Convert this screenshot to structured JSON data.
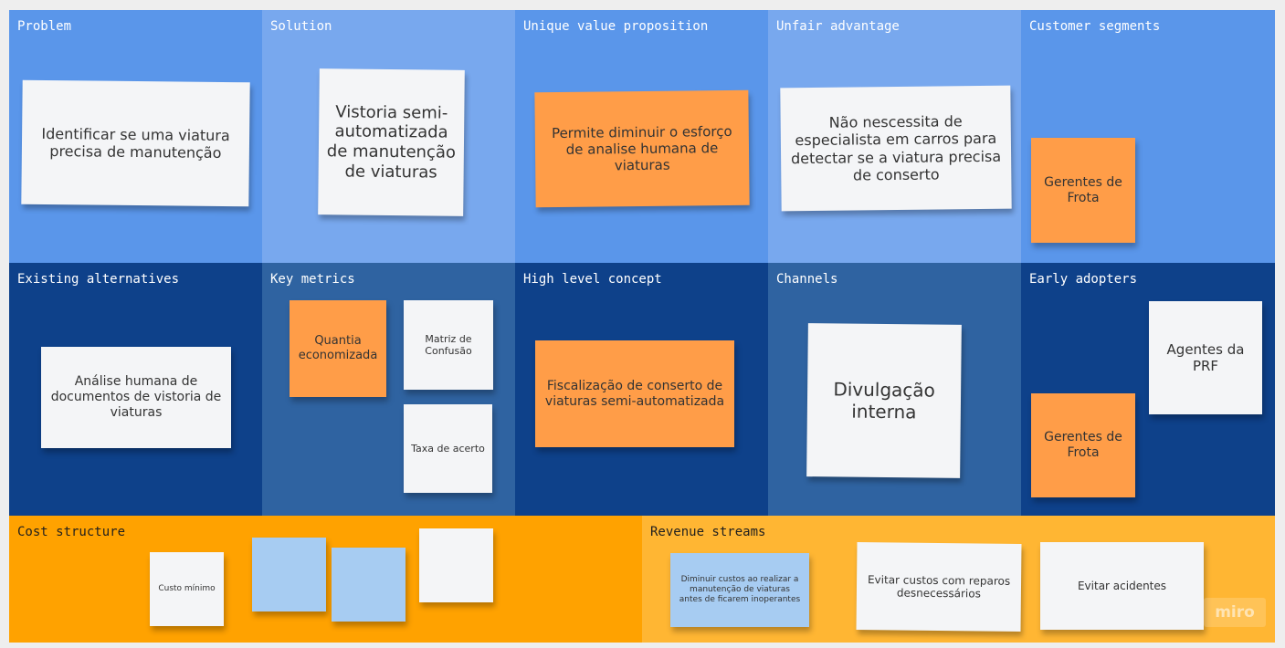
{
  "board": {
    "colors": {
      "light_blue_a": "#5a96ea",
      "light_blue_b": "#78a8ee",
      "dark_blue_a": "#0e418a",
      "dark_blue_b": "#2f63a1",
      "orange_a": "#ffa200",
      "orange_b": "#ffb633",
      "sticky_orange": "#ff9d48",
      "sticky_white": "#f4f5f7",
      "sticky_blue": "#a7ccf2"
    },
    "sections": {
      "problem": {
        "title": "Problem",
        "notes": [
          "Identificar se uma viatura precisa de manutenção"
        ]
      },
      "solution": {
        "title": "Solution",
        "notes": [
          "Vistoria semi-automatizada de manutenção de viaturas"
        ]
      },
      "uvp": {
        "title": "Unique value proposition",
        "notes": [
          "Permite diminuir o esforço de analise humana de viaturas"
        ]
      },
      "unfair": {
        "title": "Unfair advantage",
        "notes": [
          "Não nescessita de especialista em carros para detectar se a viatura precisa de conserto"
        ]
      },
      "segments": {
        "title": "Customer segments",
        "notes": [
          "Gerentes de Frota"
        ]
      },
      "existing": {
        "title": "Existing alternatives",
        "notes": [
          "Análise humana de documentos de vistoria de viaturas"
        ]
      },
      "metrics": {
        "title": "Key metrics",
        "notes": [
          "Quantia economizada",
          "Matriz de Confusão",
          "Taxa de acerto"
        ]
      },
      "concept": {
        "title": "High level concept",
        "notes": [
          "Fiscalização de conserto de viaturas semi-automatizada"
        ]
      },
      "channels": {
        "title": "Channels",
        "notes": [
          "Divulgação interna"
        ]
      },
      "adopters": {
        "title": "Early adopters",
        "notes": [
          "Agentes da PRF",
          "Gerentes de Frota"
        ]
      },
      "cost": {
        "title": "Cost structure",
        "notes": [
          "Custo mínimo",
          "",
          "",
          ""
        ]
      },
      "revenue": {
        "title": "Revenue streams",
        "notes": [
          "Diminuir custos ao realizar a manutenção de viaturas antes de ficarem inoperantes",
          "Evitar custos com reparos desnecessários",
          "Evitar acidentes"
        ]
      }
    }
  },
  "branding": {
    "logo_text": "miro"
  }
}
